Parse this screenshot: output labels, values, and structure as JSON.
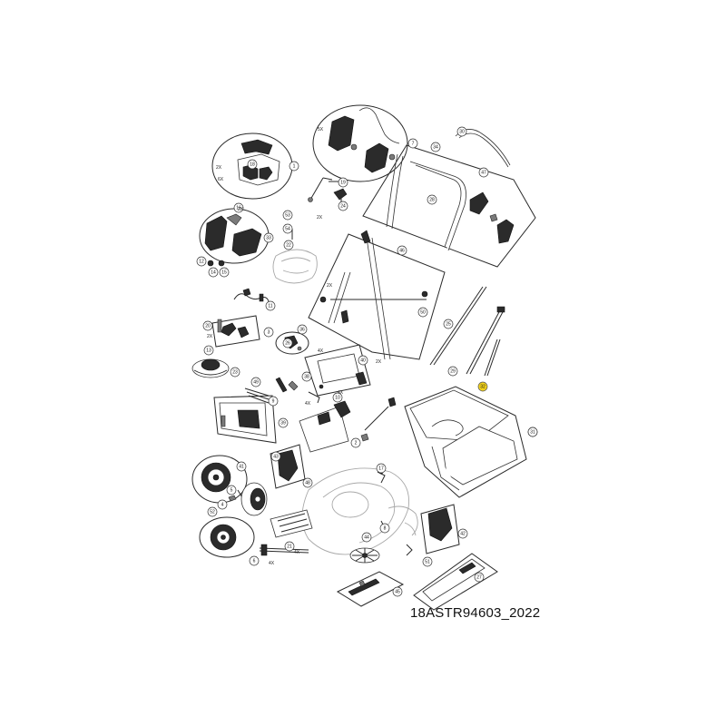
{
  "drawing_code": "18ASTR94603_2022",
  "callouts": [
    {
      "n": "1"
    },
    {
      "n": "7"
    },
    {
      "n": "33"
    },
    {
      "n": "34"
    },
    {
      "n": "47"
    },
    {
      "n": "18"
    },
    {
      "n": "19"
    },
    {
      "n": "24"
    },
    {
      "n": "16"
    },
    {
      "n": "53"
    },
    {
      "n": "54"
    },
    {
      "n": "22"
    },
    {
      "n": "12"
    },
    {
      "n": "14"
    },
    {
      "n": "15"
    },
    {
      "n": "46"
    },
    {
      "n": "50"
    },
    {
      "n": "11"
    },
    {
      "n": "20"
    },
    {
      "n": "3"
    },
    {
      "n": "36"
    },
    {
      "n": "26"
    },
    {
      "n": "25"
    },
    {
      "n": "29"
    },
    {
      "n": "13"
    },
    {
      "n": "40"
    },
    {
      "n": "23"
    },
    {
      "n": "49"
    },
    {
      "n": "38"
    },
    {
      "n": "9"
    },
    {
      "n": "10"
    },
    {
      "n": "39"
    },
    {
      "n": "2"
    },
    {
      "n": "35"
    },
    {
      "n": "41"
    },
    {
      "n": "43"
    },
    {
      "n": "17"
    },
    {
      "n": "48"
    },
    {
      "n": "4"
    },
    {
      "n": "5"
    },
    {
      "n": "52"
    },
    {
      "n": "21"
    },
    {
      "n": "8"
    },
    {
      "n": "6"
    },
    {
      "n": "44"
    },
    {
      "n": "42"
    },
    {
      "n": "51"
    },
    {
      "n": "27"
    },
    {
      "n": "45"
    },
    {
      "n": "28"
    },
    {
      "n": "30"
    },
    {
      "n": "32"
    },
    {
      "n": "31"
    }
  ],
  "quantities": [
    "2X",
    "6X",
    "5X",
    "2X",
    "2X",
    "4X",
    "4X",
    "4X",
    "2X",
    "2X",
    "4X",
    "4X",
    "2X"
  ],
  "colors": {
    "highlight": "#f2d21b",
    "ink": "#2a2a2a",
    "ghost": "#a8a8a8"
  }
}
